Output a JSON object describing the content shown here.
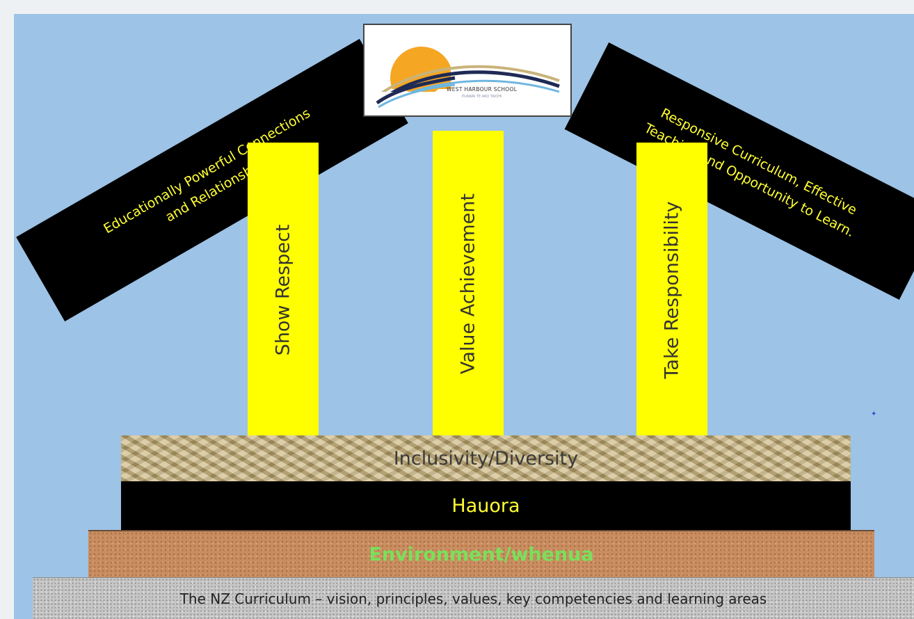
{
  "roof": {
    "left_line1": "Educationally Powerful Connections",
    "left_line2": "and Relationships",
    "right_line1": "Responsive Curriculum, Effective",
    "right_line2": "Teaching and Opportunity to Learn."
  },
  "logo": {
    "name": "WEST HARBOUR SCHOOL",
    "motto": "PUAWAI TE AKO TAIOHI"
  },
  "pillars": [
    {
      "label": "Show Respect"
    },
    {
      "label": "Value Achievement"
    },
    {
      "label": "Take Responsibility"
    }
  ],
  "tiers": {
    "inclusivity": "Inclusivity/Diversity",
    "hauora": "Hauora",
    "environment": "Environment/whenua",
    "curriculum": "The NZ Curriculum – vision, principles, values, key competencies and learning areas"
  },
  "colors": {
    "sky": "#9dc3e6",
    "pillar": "#ffff00",
    "roof": "#000000",
    "roof_text": "#ffff33",
    "environment_text": "#79e05a"
  }
}
